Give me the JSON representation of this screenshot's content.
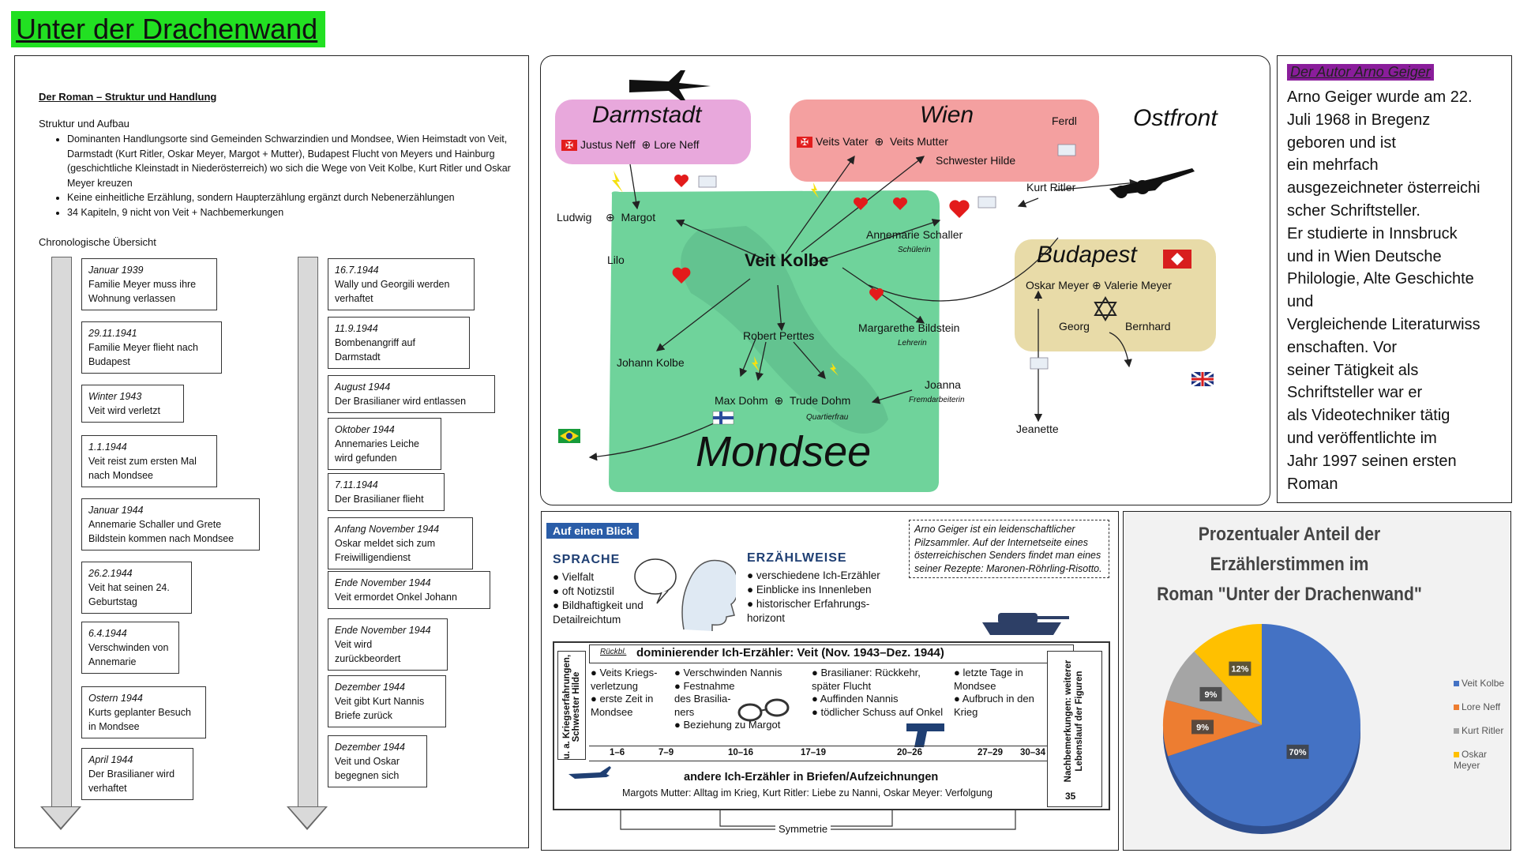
{
  "title": "Unter der Drachenwand",
  "left": {
    "heading": "Der Roman – Struktur und Handlung",
    "subheading": "Struktur und Aufbau",
    "bullets": [
      "Dominanten Handlungsorte sind Gemeinden Schwarzindien und Mondsee, Wien Heimstadt von Veit, Darmstadt (Kurt Ritler, Oskar Meyer, Margot + Mutter), Budapest Flucht von Meyers und Hainburg (geschichtliche Kleinstadt in Niederösterreich) wo sich die Wege von Veit Kolbe, Kurt Ritler und Oskar Meyer kreuzen",
      "Keine einheitliche Erzählung, sondern Haupterzählung ergänzt durch Nebenerzählungen",
      "34 Kapiteln, 9 nicht von Veit + Nachbemerkungen"
    ],
    "chron_title": "Chronologische Übersicht",
    "col1": [
      {
        "date": "Januar 1939",
        "text": "Familie Meyer muss ihre Wohnung verlassen"
      },
      {
        "date": "29.11.1941",
        "text": "Familie Meyer flieht nach Budapest"
      },
      {
        "date": "Winter 1943",
        "text": "Veit wird verletzt"
      },
      {
        "date": "1.1.1944",
        "text": "Veit reist zum ersten Mal nach Mondsee"
      },
      {
        "date": "Januar 1944",
        "text": "Annemarie Schaller und Grete Bildstein kommen nach Mondsee"
      },
      {
        "date": "26.2.1944",
        "text": "Veit hat seinen 24. Geburtstag"
      },
      {
        "date": "6.4.1944",
        "text": "Verschwinden von Annemarie"
      },
      {
        "date": "Ostern 1944",
        "text": "Kurts geplanter Besuch in Mondsee"
      },
      {
        "date": "April 1944",
        "text": "Der Brasilianer wird verhaftet"
      }
    ],
    "col2": [
      {
        "date": "16.7.1944",
        "text": "Wally und Georgili werden verhaftet"
      },
      {
        "date": "11.9.1944",
        "text": "Bombenangriff auf Darmstadt"
      },
      {
        "date": "August 1944",
        "text": "Der Brasilianer wird entlassen"
      },
      {
        "date": "Oktober 1944",
        "text": "Annemaries Leiche wird gefunden"
      },
      {
        "date": "7.11.1944",
        "text": "Der Brasilianer flieht"
      },
      {
        "date": "Anfang November 1944",
        "text": "Oskar meldet sich zum Freiwilligendienst"
      },
      {
        "date": "Ende November 1944",
        "text": "Veit ermordet Onkel Johann"
      },
      {
        "date": "Ende November 1944",
        "text": "Veit wird zurückbeordert"
      },
      {
        "date": "Dezember 1944",
        "text": "Veit gibt Kurt Nannis Briefe zurück"
      },
      {
        "date": "Dezember 1944",
        "text": "Veit und Oskar begegnen sich"
      }
    ]
  },
  "map": {
    "darmstadt": "Darmstadt",
    "wien": "Wien",
    "ostfront": "Ostfront",
    "budapest": "Budapest",
    "mondsee": "Mondsee",
    "justus": "Justus Neff",
    "lore": "Lore Neff",
    "veits_vater": "Veits Vater",
    "veits_mutter": "Veits Mutter",
    "ferdl": "Ferdl",
    "hilde": "Schwester Hilde",
    "kurt": "Kurt Ritler",
    "ludwig": "Ludwig",
    "margot": "Margot",
    "lilo": "Lilo",
    "veit": "Veit Kolbe",
    "annemarie": "Annemarie Schaller",
    "schuelerin": "Schülerin",
    "oskar": "Oskar Meyer",
    "valerie": "Valerie Meyer",
    "georg": "Georg",
    "bernhard": "Bernhard",
    "robert": "Robert Perttes",
    "margarethe": "Margarethe Bildstein",
    "lehrerin": "Lehrerin",
    "johann": "Johann Kolbe",
    "max": "Max Dohm",
    "trude": "Trude Dohm",
    "quartierfrau": "Quartierfrau",
    "joanna": "Joanna",
    "fremdarbeiterin": "Fremdarbeiterin",
    "jeanette": "Jeanette"
  },
  "author": {
    "heading": "Der Autor Arno Geiger",
    "lines": [
      "Arno Geiger wurde am 22.",
      "Juli 1968 in Bregenz",
      "geboren und ist",
      "ein mehrfach",
      "ausgezeichneter österreichi",
      "scher Schriftsteller.",
      "Er studierte in Innsbruck",
      "und in Wien Deutsche",
      "Philologie, Alte Geschichte",
      "und",
      "Vergleichende Literaturwiss",
      "enschaften. Vor",
      "seiner Tätigkeit als",
      "Schriftsteller war er",
      "als Videotechniker tätig",
      "und veröffentlichte im",
      "Jahr 1997 seinen ersten",
      "Roman"
    ]
  },
  "blick": {
    "title": "Auf einen Blick",
    "sprache": "SPRACHE",
    "sprache_items": [
      "Vielfalt",
      "oft Notizstil",
      "Bildhaftigkeit und Detailreichtum"
    ],
    "erzaehlweise": "ERZÄHLWEISE",
    "erz_items": [
      "verschiedene Ich-Erzähler",
      "Einblicke ins Innenleben",
      "historischer Erfahrungs-horizont"
    ],
    "note": "Arno Geiger ist ein leidenschaftlicher Pilzsammler. Auf der Internetseite eines österreichischen Senders findet man eines seiner Rezepte: Maronen-Röhrling-Risotto.",
    "rueckbl": "Rückbl.",
    "dominant": "dominierender Ich-Erzähler: Veit (Nov. 1943–Dez. 1944)",
    "side_left": "u. a. Kriegserfahrungen, Schwester Hilde",
    "side_right": "Nachbemerkungen: weiterer Lebenslauf der Figuren",
    "c1": [
      "Veits Kriegs-verletzung",
      "erste Zeit in Mondsee"
    ],
    "c2": [
      "Verschwinden Nannis",
      "Festnahme des Brasilia-ners",
      "Beziehung zu Margot"
    ],
    "c3": [
      "Brasilianer: Rückkehr, später Flucht",
      "Auffinden Nannis",
      "tödlicher Schuss auf Onkel"
    ],
    "c4": [
      "letzte Tage in Mondsee",
      "Aufbruch in den Krieg"
    ],
    "chapters": [
      "1–6",
      "7–9",
      "10–16",
      "17–19",
      "20–26",
      "27–29",
      "30–34",
      "35"
    ],
    "andere": "andere Ich-Erzähler in Briefen/Aufzeichnungen",
    "andere_detail": "Margots Mutter: Alltag im Krieg, Kurt Ritler: Liebe zu Nanni, Oskar Meyer: Verfolgung",
    "symmetrie": "Symmetrie"
  },
  "pie": {
    "title": [
      "Prozentualer Anteil der Erzählerstimmen im",
      "Roman \"Unter der Drachenwand\""
    ]
  },
  "chart_data": {
    "type": "pie",
    "title": "Prozentualer Anteil der Erzählerstimmen im Roman \"Unter der Drachenwand\"",
    "categories": [
      "Veit Kolbe",
      "Lore Neff",
      "Kurt Ritler",
      "Oskar Meyer"
    ],
    "values": [
      70,
      9,
      9,
      12
    ],
    "labels": [
      "70%",
      "9%",
      "9%",
      "12%"
    ],
    "colors": [
      "#4472c4",
      "#ed7d31",
      "#a5a5a5",
      "#ffc000"
    ],
    "legend": "right"
  }
}
